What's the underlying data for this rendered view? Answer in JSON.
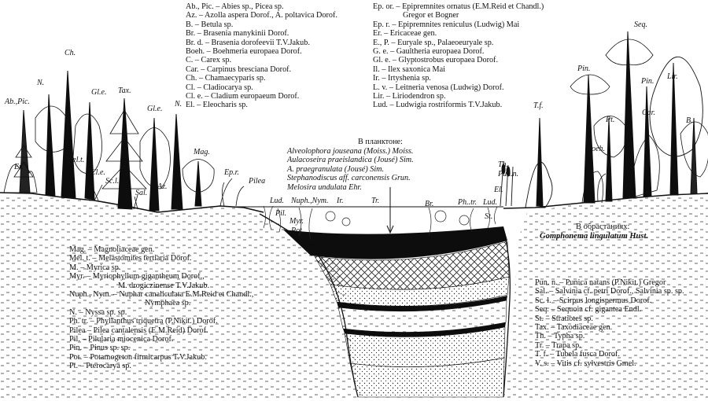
{
  "legend_top_left": [
    "Ab., Pic. – Abies sp., Picea sp.",
    "Az. – Azolla aspera Dorof., A. poltavica Dorof.",
    "B. – Betula sp.",
    "Br. – Brasenia manykinii Dorof.",
    "Br. d. – Brasenia dorofeevii T.V.Jakub.",
    "Boeh. – Boehmeria europaea Dorof.",
    "C. – Carex sp.",
    "Car. – Carpinus bresciana Dorof.",
    "Ch. – Chamaecyparis sp.",
    "Cl. – Cladiocarya sp.",
    "Cl. e. – Cladium europaeum Dorof.",
    "El. – Eleocharis sp."
  ],
  "legend_top_right": [
    "Ep. or. – Epipremnites ornatus (E.M.Reid et Chandl.)",
    "Gregor et Bogner",
    "Ep. r. – Epipremnites reniculus (Ludwig) Mai",
    "Er. – Ericaceae gen.",
    "E., P. – Euryale sp., Palaeoeuryale sp.",
    "G. e. – Gaultheria europaea Dorof.",
    "Gl. e. – Glyptostrobus europaea Dorof.",
    "Il. – Ilex saxonica Mai",
    "Ir. – Irtyshenia sp.",
    "L. v. – Leitneria venosa (Ludwig) Dorof.",
    "Lir. – Liriodendron sp.",
    "Lud. – Ludwigia rostriformis T.V.Jakub."
  ],
  "legend_bottom_left": [
    "Mag. – Magnoliaceae gen.",
    "Mel. t. – Melastomites tertiaria Dorof.",
    "M. – Myrica sp.",
    "Myr. – Myriophyllum gigantheum Dorof.,",
    "M. drogiczinense T.V.Jakub.",
    "Nuph., Nym. – Nuphar canaliculata E.M.Reid et Chandl.,",
    "Nymphaea sp.",
    "N. – Nyssa sp. sp.",
    "Ph. tr. – Phyllanthus triquetra (P.Nikit.) Dorof.",
    "Pilea – Pilea cantalensis (E.M.Reid) Dorof.",
    "Pil. – Pilularia miocenica Dorof.",
    "Pin. – Pinus sp. sp.",
    "Pot. – Potamogeton firmicarpus T.V.Jakub.",
    "Pt. – Pterocarya sp."
  ],
  "legend_bottom_right": [
    "Pun. n. – Punica natans (P.Nikit.) Gregor",
    "Sal. – Salvinia cf. petri Dorof., Salvinia sp. sp.",
    "Sc. l. – Scirpus longispermus Dorof.",
    "Seq. – Sequoia cf. gigantea Endl.",
    "St. – Stratiotes sp.",
    "Tax. – Taxodiaceae gen.",
    "Th. – Typha sp.",
    "Tr. – Trapa sp.",
    "T. f. – Tubela fusca Dorof.",
    "V. s. – Vitis cf. sylvestris Gmel."
  ],
  "plankton": {
    "heading": "В планктоне:",
    "lines": [
      "Alveolophora jouseana (Moiss.) Moiss.",
      "Aulacoseira praeislandica (Jousé) Sim.",
      "A. praegranulata (Jousé) Sim.",
      "Stephanodiscus aff. carconensis Grun.",
      "Melosira undulata Ehr."
    ]
  },
  "fouling": {
    "heading": "В обрастаниях:",
    "line": "Gomphonema lingulatum Hust."
  },
  "scene_labels": {
    "ab_pic": "Ab.,Pic.",
    "ch": "Ch.",
    "n1": "N.",
    "gle1": "Gl.e.",
    "tax": "Tax.",
    "gle2": "Gl.e.",
    "n2": "N.",
    "mag": "Mag.",
    "er": "Er.",
    "melt": "Mel.t.",
    "cle": "Cl.e.",
    "sc": "Sc.l.",
    "sal": "Sal.",
    "az": "Az.",
    "epr": "Ep.r.",
    "pilea": "Pilea",
    "lud1": "Lud.",
    "nuph": "Nuph.,Nym.",
    "ir": "Ir.",
    "tr": "Tr.",
    "br": "Br.",
    "phtr": "Ph..tr.",
    "lud2": "Lud.",
    "pil": "Pil.",
    "myr": "Myr.",
    "pot": "Pot.",
    "punn": "Pun.n.",
    "th": "Th.",
    "el": "El.",
    "st": "St.",
    "tf": "T.f.",
    "pin1": "Pin.",
    "pin2": "Pin.",
    "seq": "Seq.",
    "lir": "Lir.",
    "pt": "Pt.",
    "car": "Car.",
    "boeh": "Boeh.",
    "b": "B."
  }
}
